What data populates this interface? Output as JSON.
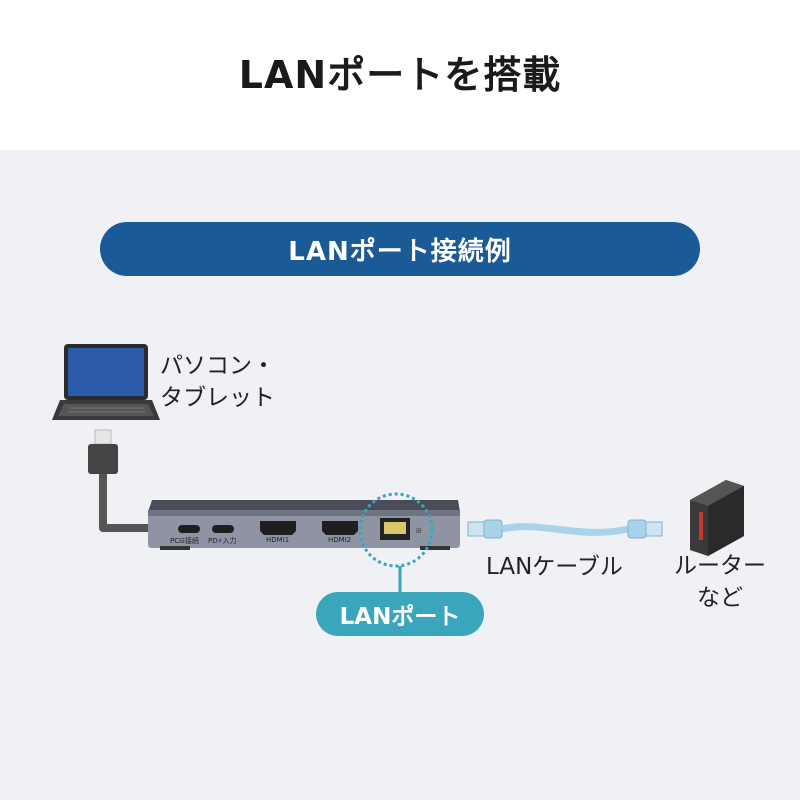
{
  "title": "LANポートを搭載",
  "subtitle_pill": "LANポート接続例",
  "laptop_label": {
    "line1": "パソコン・",
    "line2": "タブレット"
  },
  "hub_ports": [
    {
      "label": "PC⊟接続"
    },
    {
      "label": "PD⚡入力"
    },
    {
      "label": "HDMI1"
    },
    {
      "label": "HDMI2"
    }
  ],
  "cable_label": "LANケーブル",
  "router_label": {
    "line1": "ルーター",
    "line2": "など"
  },
  "lan_port_badge": "LANポート",
  "colors": {
    "pill": "#1a5a96",
    "badge": "#3aa6be",
    "cable": "#a9d3ea",
    "router_accent": "#c0392b",
    "panel_bg": "#f0f1f4"
  },
  "icons": [
    "laptop-icon",
    "usb-hub-icon",
    "lan-port-icon",
    "ethernet-cable-icon",
    "router-icon"
  ]
}
